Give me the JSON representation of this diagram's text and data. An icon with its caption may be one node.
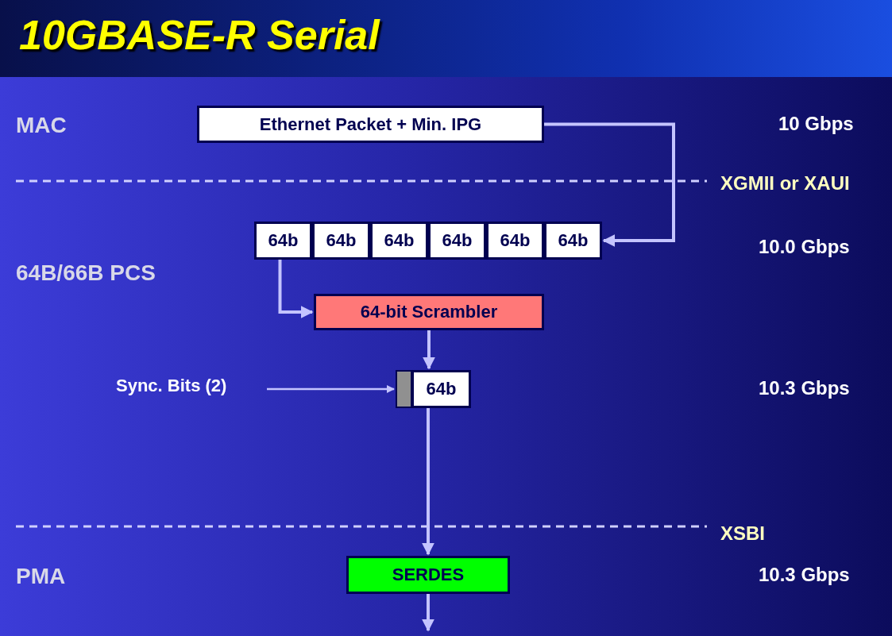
{
  "diagram": {
    "title": "10GBASE-R Serial",
    "nodes": [
      {
        "text": [
          "Ethernet Packet + Min. IPG"
        ]
      },
      {
        "text": [
          "64b"
        ]
      },
      {
        "text": [
          "64b"
        ]
      },
      {
        "text": [
          "64b"
        ]
      },
      {
        "text": [
          "64b"
        ]
      },
      {
        "text": [
          "64b"
        ]
      },
      {
        "text": [
          "64b"
        ]
      },
      {
        "text": [
          "64-bit Scrambler"
        ]
      },
      {
        "text": [
          "Sync. Bits (2)"
        ]
      },
      {
        "text": [],
        "shape": "box"
      },
      {
        "text": [
          "64b"
        ]
      },
      {
        "text": [
          "SERDES"
        ]
      }
    ],
    "edges": [
      {
        "from": 0,
        "to": 6,
        "arrow": "to"
      },
      {
        "from": 1,
        "to": 7,
        "arrow": "to"
      },
      {
        "from": 8,
        "to": 9,
        "arrow": "to"
      },
      {
        "from": 7,
        "to": 10,
        "arrow": "to"
      },
      {
        "from": 10,
        "to": 11,
        "arrow": "to"
      },
      {
        "from": 11,
        "to": null,
        "arrow": "to"
      }
    ],
    "labels": [
      "MAC",
      "10 Gbps",
      "XGMII or XAUI",
      "10.0 Gbps",
      "64B/66B PCS",
      "10.3 Gbps",
      "XSBI",
      "PMA",
      "10.3 Gbps"
    ]
  }
}
